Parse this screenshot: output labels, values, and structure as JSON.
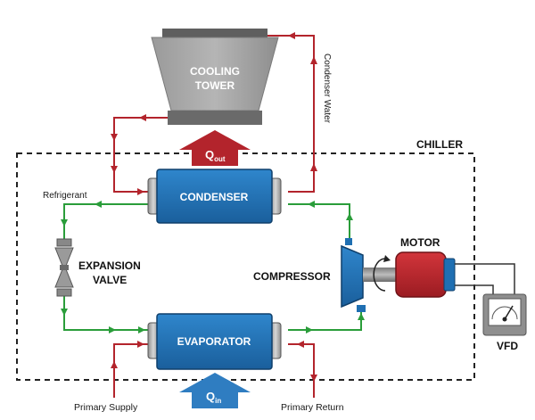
{
  "title": "CHILLER",
  "components": {
    "cooling_tower": [
      "COOLING",
      "TOWER"
    ],
    "condenser": "CONDENSER",
    "evaporator": "EVAPORATOR",
    "compressor": "COMPRESSOR",
    "motor": "MOTOR",
    "expansion_valve": [
      "EXPANSION",
      "VALVE"
    ],
    "vfd": "VFD"
  },
  "heat": {
    "q_out_main": "Q",
    "q_out_sub": "out",
    "q_in_main": "Q",
    "q_in_sub": "in"
  },
  "labels": {
    "refrigerant": "Refrigerant",
    "condenser_water": "Condenser Water",
    "primary_supply": "Primary Supply",
    "primary_return": "Primary Return"
  },
  "colors": {
    "refrigerant_line": "#2a9d3a",
    "water_line": "#b3242c",
    "heat_out": "#b3242c",
    "heat_in": "#2f7dc1",
    "vessel": "#1f6fb2",
    "motor": "#c0272d"
  }
}
